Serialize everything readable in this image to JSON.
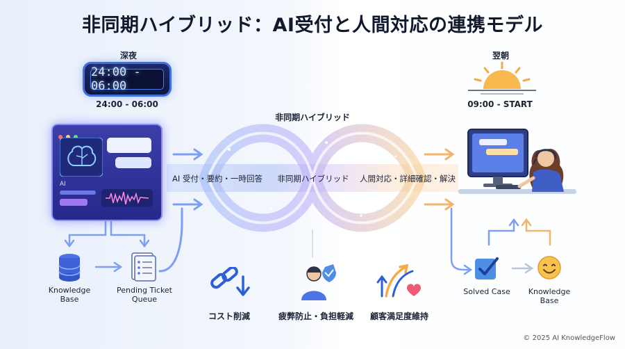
{
  "title": "非同期ハイブリッド：AI受付と人間対応の連携モデル",
  "night": {
    "label": "深夜",
    "clock": "24:00 - 06:00",
    "range": "24:00 - 06:00"
  },
  "morning": {
    "label": "翌朝",
    "time": "09:00 - START"
  },
  "center": {
    "top_label": "非同期ハイブリッド",
    "mid_label": "非同期ハイブリッド"
  },
  "flow": {
    "left_text": "AI 受付・要約・一時回答",
    "right_text": "人間対応・詳細確認・解決"
  },
  "screen": {
    "ai_label": "AI"
  },
  "left_nodes": {
    "knowledge_base": "Knowledge\nBase",
    "pending_queue": "Pending Ticket\nQueue"
  },
  "right_nodes": {
    "solved_case": "Solved Case",
    "knowledge_base": "Knowledge\nBase"
  },
  "benefits": [
    {
      "label": "コスト削減"
    },
    {
      "label": "疲弊防止・負担軽減"
    },
    {
      "label": "顧客満足度維持"
    }
  ],
  "copyright": "© 2025 AI KnowledgeFlow",
  "colors": {
    "accent_blue": "#3f6fe0",
    "accent_purple": "#8a5cf0",
    "accent_orange": "#f4a94a"
  }
}
